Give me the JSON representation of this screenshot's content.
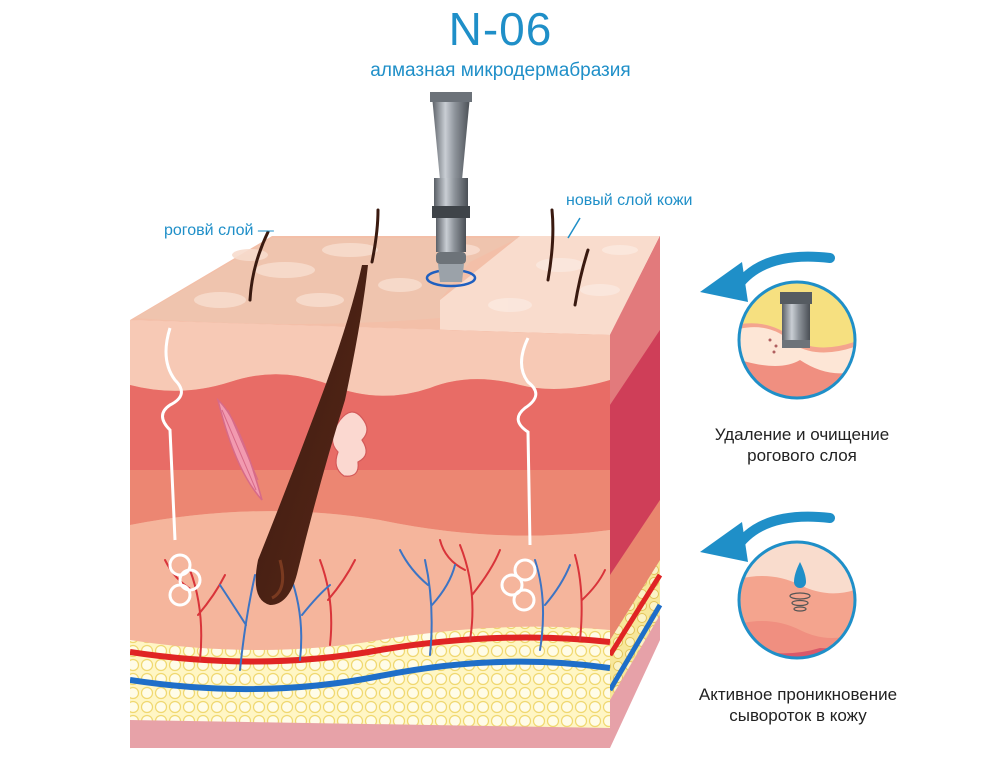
{
  "header": {
    "title": "N-06",
    "subtitle": "алмазная микродермабразия"
  },
  "labels": {
    "horny_layer": "роговй слой —",
    "new_layer": "новый слой кожи"
  },
  "steps": [
    {
      "caption": "Удаление и очищение рогового слоя"
    },
    {
      "caption": "Активное проникновение сывороток в кожу"
    }
  ],
  "colors": {
    "accent": "#1f8fc8",
    "skin_top": "#f5c6b0",
    "dermis": "#e9766c",
    "fat": "#fdf3a8",
    "artery": "#e02424",
    "vein": "#1e6ec8"
  }
}
